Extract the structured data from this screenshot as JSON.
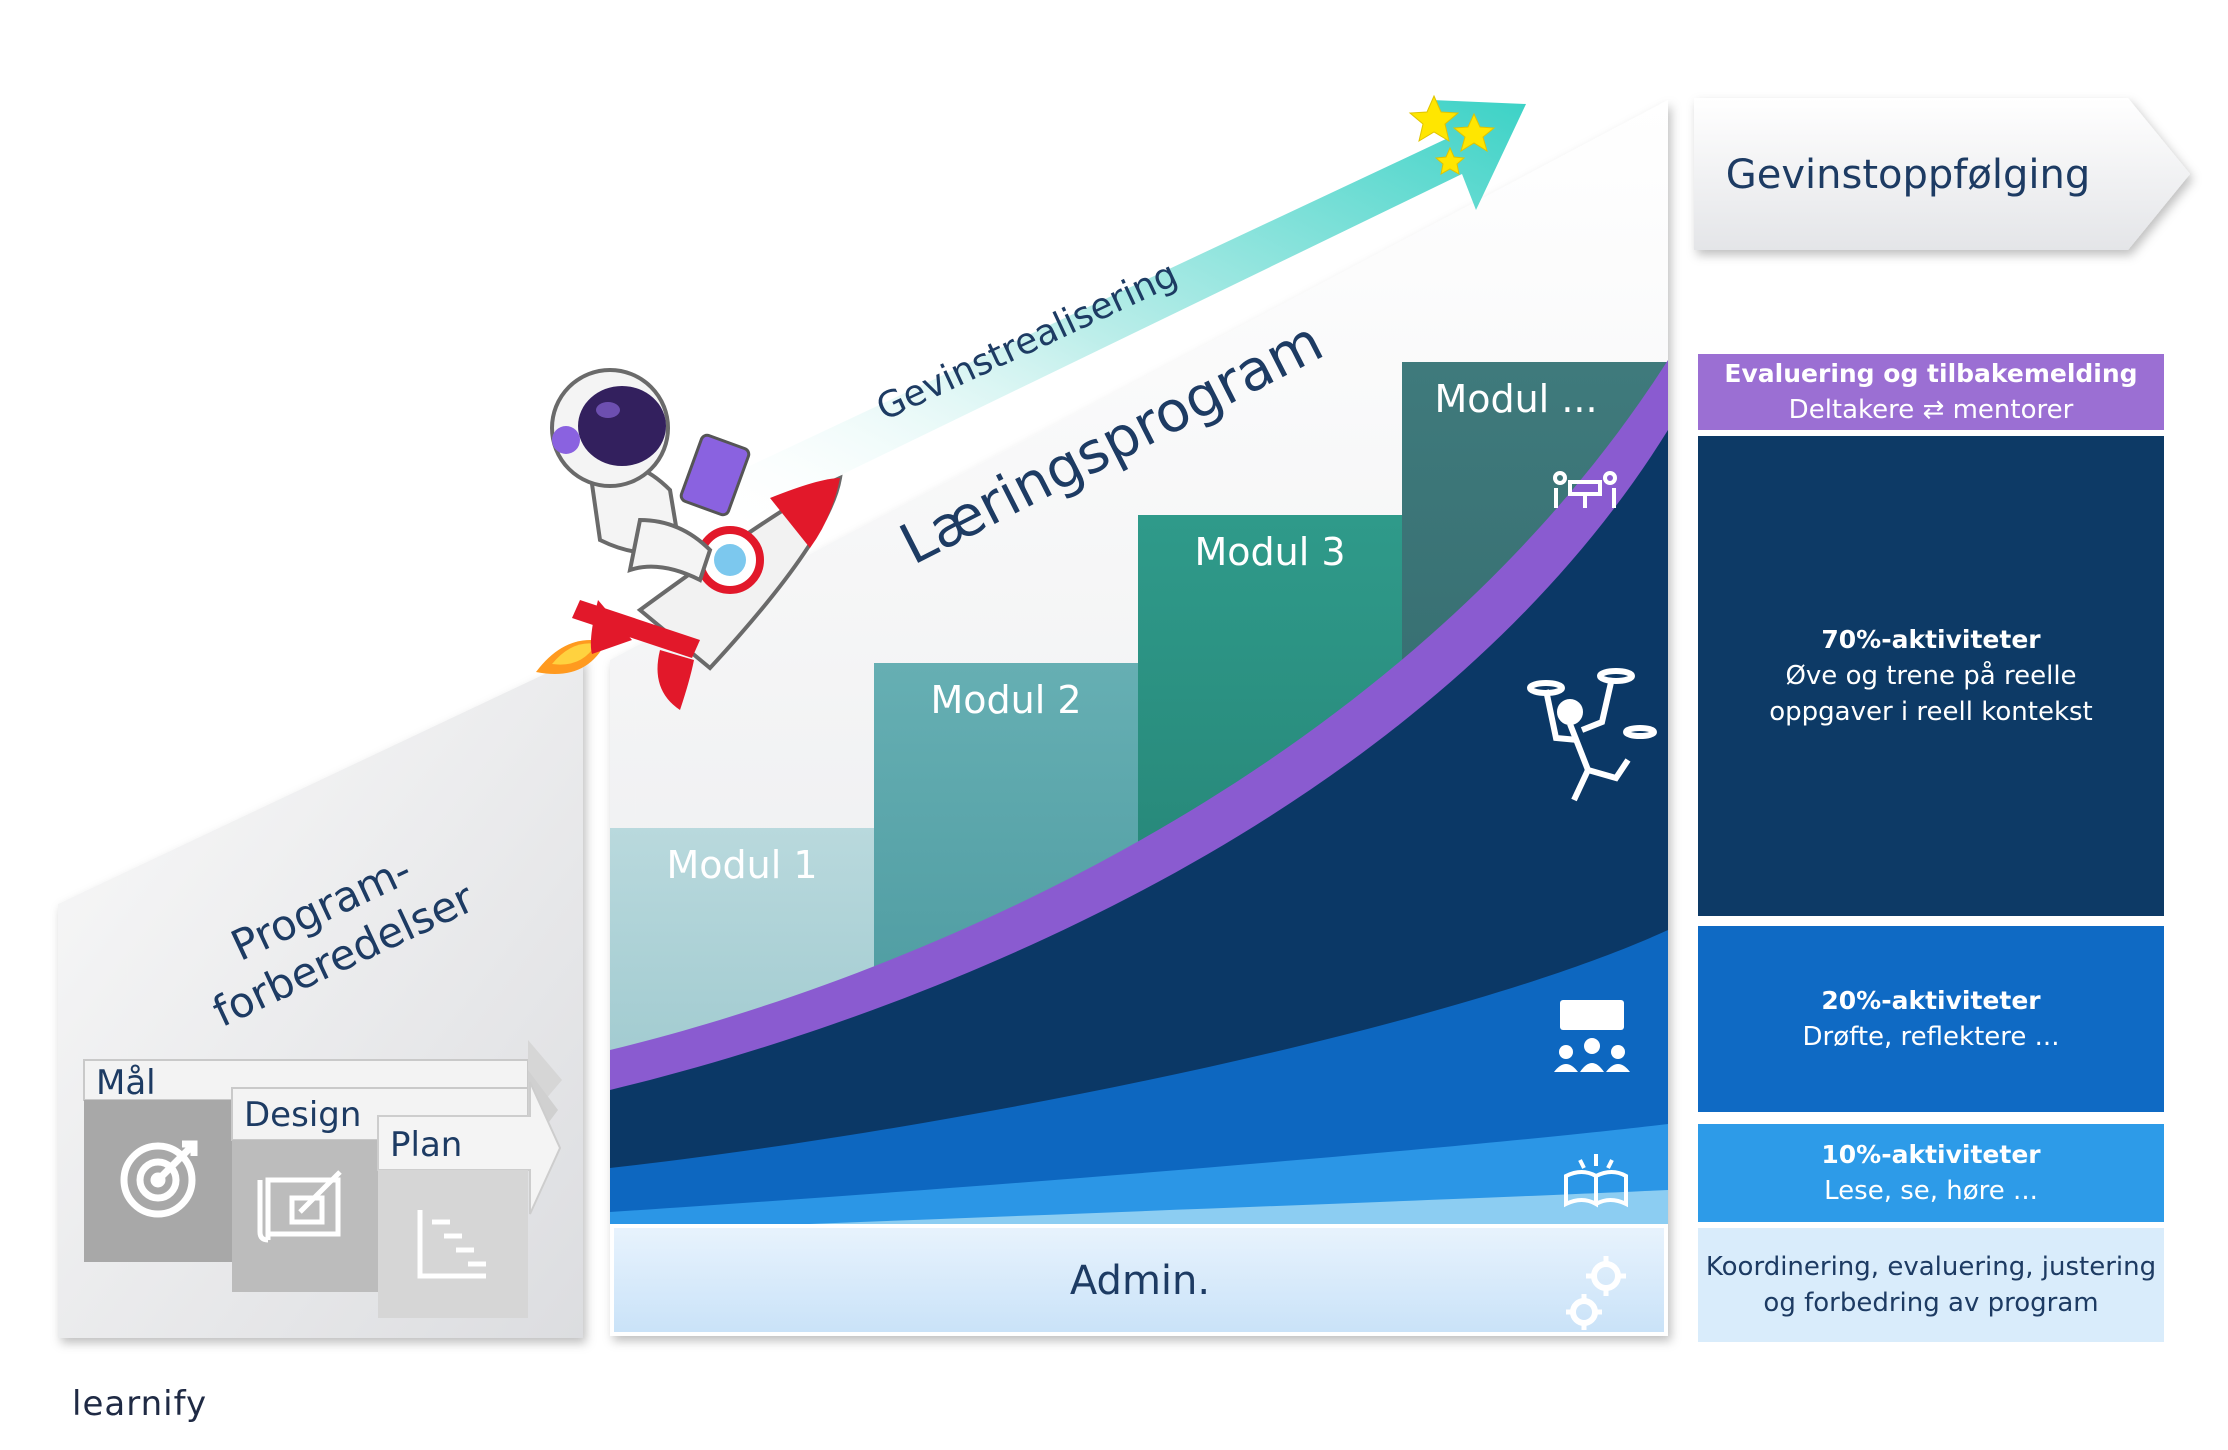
{
  "left": {
    "title_line1": "Program-",
    "title_line2": "forberedelser",
    "cards": [
      "Mål",
      "Design",
      "Plan"
    ]
  },
  "arrow": {
    "label": "Gevinstrealisering"
  },
  "program": {
    "title": "Læringsprogram",
    "modules": [
      "Modul 1",
      "Modul 2",
      "Modul 3",
      "Modul ..."
    ],
    "admin": "Admin."
  },
  "right": {
    "header": "Gevinstoppfølging",
    "panels": [
      {
        "heading": "Evaluering og tilbakemelding",
        "body": "Deltakere ⇄ mentorer",
        "color": "#9b6fd3"
      },
      {
        "heading": "70%-aktiviteter",
        "body1": "Øve og trene på reelle",
        "body2": "oppgaver i reell kontekst",
        "color": "#0d3a66"
      },
      {
        "heading": "20%-aktiviteter",
        "body": "Drøfte, reflektere ...",
        "color": "#0f6ac4"
      },
      {
        "heading": "10%-aktiviteter",
        "body": "Lese, se, høre ...",
        "color": "#2d9be8"
      },
      {
        "body1": "Koordinering, evaluering, justering",
        "body2": "og forbedring av program",
        "color": "#d9ecfb"
      }
    ]
  },
  "brand": {
    "logo": "learnify"
  }
}
